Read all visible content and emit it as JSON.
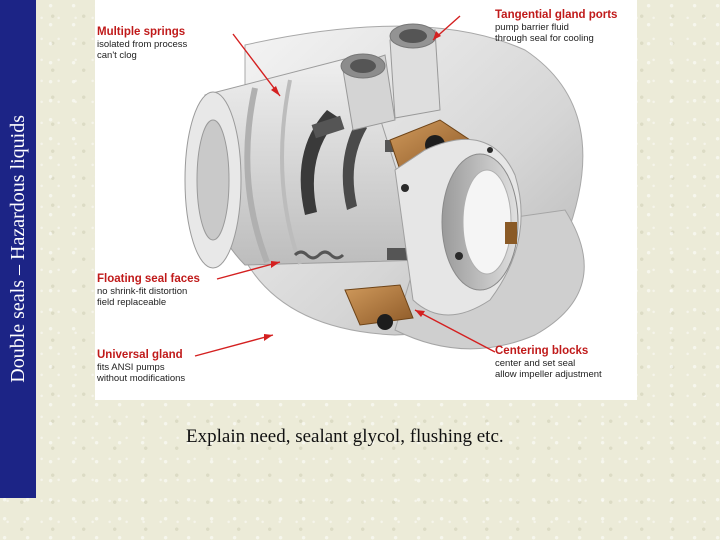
{
  "side_title": "Double seals – Hazardous liquids",
  "callouts": {
    "multiple_springs": {
      "title": "Multiple springs",
      "lines": [
        "isolated from process",
        "can't clog"
      ]
    },
    "tangential_ports": {
      "title": "Tangential gland ports",
      "lines": [
        "pump barrier fluid",
        "through seal for cooling"
      ]
    },
    "floating_faces": {
      "title": "Floating seal faces",
      "lines": [
        "no shrink-fit distortion",
        "field replaceable"
      ]
    },
    "universal_gland": {
      "title": "Universal gland",
      "lines": [
        "fits ANSI pumps",
        "without modifications"
      ]
    },
    "centering_blocks": {
      "title": "Centering blocks",
      "lines": [
        "center and set seal",
        "allow impeller adjustment"
      ]
    }
  },
  "caption": "Explain need, sealant glycol, flushing etc.",
  "colors": {
    "title_bar": "#1c2486",
    "callout_title": "#c01a1a",
    "arrow": "#d42020",
    "metal": "#d9d9d9",
    "bronze": "#b87a3e"
  }
}
